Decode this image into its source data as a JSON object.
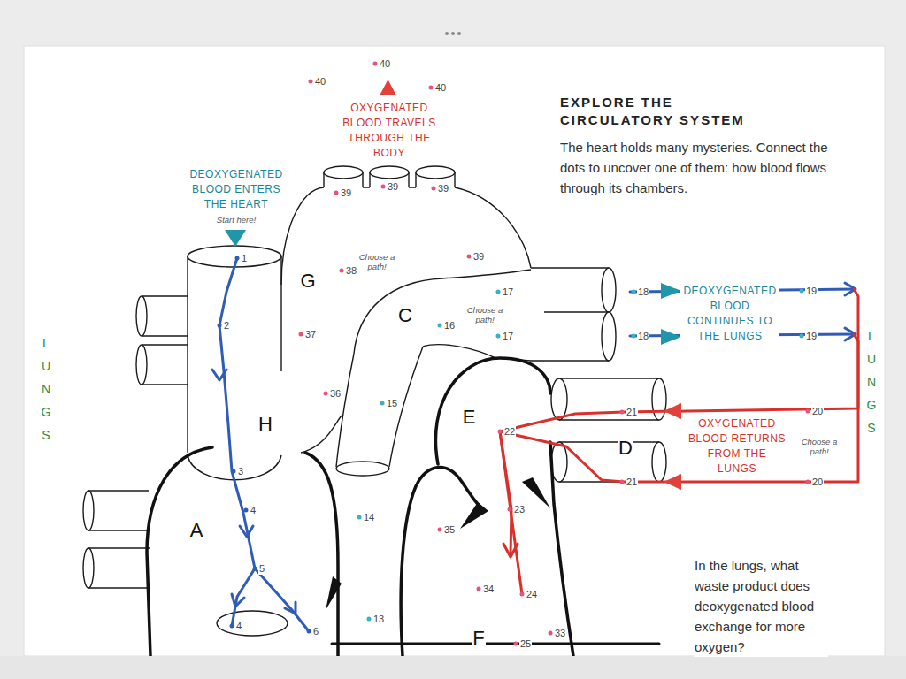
{
  "diagram": {
    "title": "EXPLORE THE CIRCULATORY SYSTEM",
    "labels": [
      "40",
      "40",
      "40",
      "OXYGENATED BLOOD TRAVELS THROUGH THE BODY",
      "The heart holds many mysteries. Connect the dots to uncover one of them: how blood flows through its chambers.",
      "DEOXYGENATED BLOOD ENTERS THE HEART",
      "Start here!",
      "39",
      "39",
      "39",
      "1",
      "39",
      "Choose a path!",
      "G",
      "38",
      "17",
      "C",
      "16",
      "Choose a path!",
      "17",
      "2",
      "37",
      "LUNGS",
      "18",
      "DEOXYGENATED BLOOD CONTINUES TO THE LUNGS",
      "19",
      "18",
      "19",
      "LUNGS",
      "36",
      "15",
      "E",
      "H",
      "21",
      "20",
      "OXYGENATED BLOOD RETURNS FROM THE LUNGS",
      "22",
      "D",
      "Choose a path!",
      "3",
      "21",
      "20",
      "4",
      "23",
      "14",
      "35",
      "A",
      "5",
      "In the lungs, what waste product does deoxygenated blood exchange for more oxygen?",
      "34",
      "24",
      "13",
      "4",
      "6",
      "33",
      "F",
      "25"
    ]
  }
}
